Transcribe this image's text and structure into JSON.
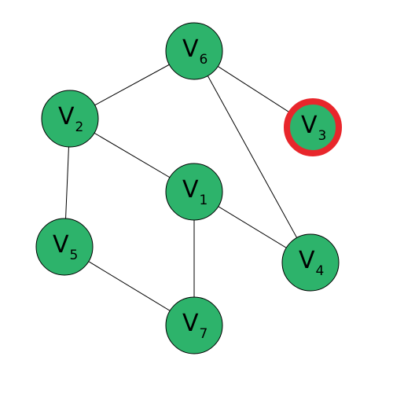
{
  "graph": {
    "node_fill": "#2db36b",
    "node_stroke": "#000000",
    "highlight_stroke": "#e8262b",
    "edge_color": "#000000",
    "nodes": [
      {
        "id": "v1",
        "letter": "V",
        "sub": "1",
        "highlighted": false
      },
      {
        "id": "v2",
        "letter": "V",
        "sub": "2",
        "highlighted": false
      },
      {
        "id": "v3",
        "letter": "V",
        "sub": "3",
        "highlighted": true
      },
      {
        "id": "v4",
        "letter": "V",
        "sub": "4",
        "highlighted": false
      },
      {
        "id": "v5",
        "letter": "V",
        "sub": "5",
        "highlighted": false
      },
      {
        "id": "v6",
        "letter": "V",
        "sub": "6",
        "highlighted": false
      },
      {
        "id": "v7",
        "letter": "V",
        "sub": "7",
        "highlighted": false
      }
    ],
    "edges": [
      [
        "v6",
        "v2"
      ],
      [
        "v6",
        "v3"
      ],
      [
        "v6",
        "v4"
      ],
      [
        "v2",
        "v1"
      ],
      [
        "v2",
        "v5"
      ],
      [
        "v1",
        "v4"
      ],
      [
        "v1",
        "v7"
      ],
      [
        "v5",
        "v7"
      ]
    ]
  }
}
